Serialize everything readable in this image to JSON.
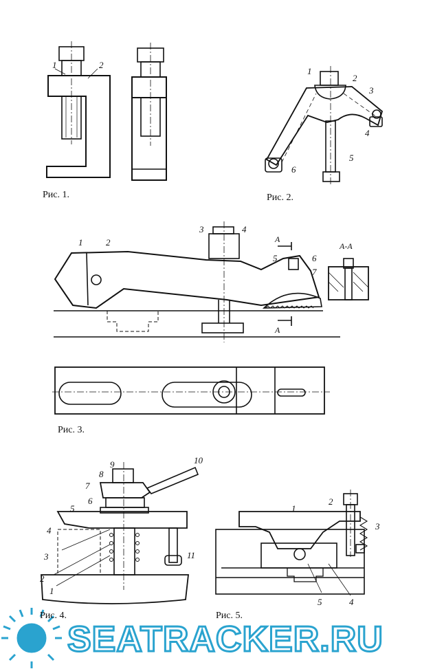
{
  "captions": {
    "fig1": "Рис. 1.",
    "fig2": "Рис. 2.",
    "fig3": "Рис. 3.",
    "fig4": "Рис. 4.",
    "fig5": "Рис. 5."
  },
  "fig1_labels": [
    "1",
    "2"
  ],
  "fig2_labels": [
    "1",
    "2",
    "3",
    "4",
    "5",
    "6"
  ],
  "fig3_labels": [
    "1",
    "2",
    "3",
    "4",
    "5",
    "6",
    "7"
  ],
  "fig3_section": {
    "cut": "A",
    "title": "A-A"
  },
  "fig4_labels": [
    "1",
    "2",
    "3",
    "4",
    "5",
    "6",
    "7",
    "8",
    "9",
    "10",
    "11"
  ],
  "fig5_labels": [
    "1",
    "2",
    "3",
    "4",
    "5"
  ],
  "watermark": "SEATRACKER.RU",
  "colors": {
    "ink": "#111111",
    "watermark": "#2aa3cf"
  }
}
